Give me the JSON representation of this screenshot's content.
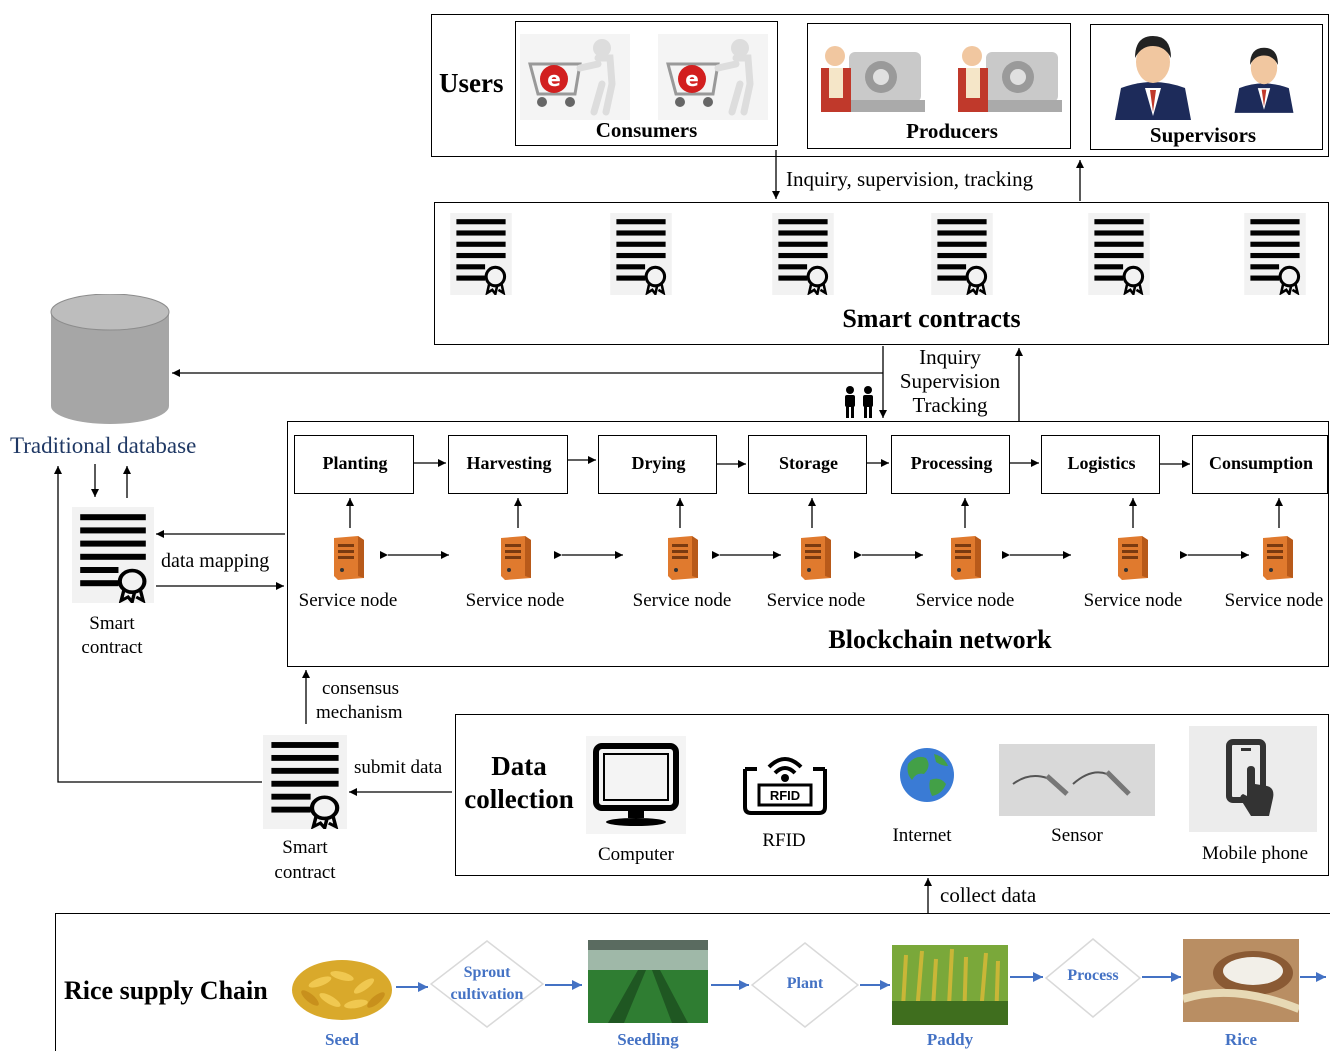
{
  "users": {
    "title": "Users",
    "consumers": "Consumers",
    "producers": "Producers",
    "supervisors": "Supervisors"
  },
  "top_link_label": "Inquiry, supervision, tracking",
  "smart_contracts": {
    "title": "Smart contracts"
  },
  "mid_link": {
    "line1": "Inquiry",
    "line2": "Supervision",
    "line3": "Tracking"
  },
  "database": {
    "label": "Traditional database"
  },
  "left_contract": {
    "line1": "Smart",
    "line2": "contract",
    "mapping": "data mapping"
  },
  "blockchain": {
    "title": "Blockchain network",
    "stages": [
      "Planting",
      "Harvesting",
      "Drying",
      "Storage",
      "Processing",
      "Logistics",
      "Consumption"
    ],
    "node_label": "Service node"
  },
  "consensus": {
    "line1": "consensus",
    "line2": "mechanism"
  },
  "bottom_contract": {
    "line1": "Smart",
    "line2": "contract",
    "submit": "submit data"
  },
  "data_collection": {
    "title_line1": "Data",
    "title_line2": "collection",
    "devices": [
      "Computer",
      "RFID",
      "Internet",
      "Sensor",
      "Mobile phone"
    ],
    "rfid_tag": "RFID"
  },
  "collect_label": "collect data",
  "rice_chain": {
    "title": "Rice supply Chain",
    "items": [
      "Seed",
      "Seedling",
      "Paddy",
      "Rice"
    ],
    "processes": [
      {
        "line1": "Sprout",
        "line2": "cultivation"
      },
      {
        "line1": "Plant",
        "line2": ""
      },
      {
        "line1": "Process",
        "line2": ""
      }
    ]
  },
  "colors": {
    "accent_blue": "#4472C4",
    "label_blue": "#1F3864",
    "server_orange": "#E07A2E",
    "db_gray": "#A6A6A6"
  }
}
